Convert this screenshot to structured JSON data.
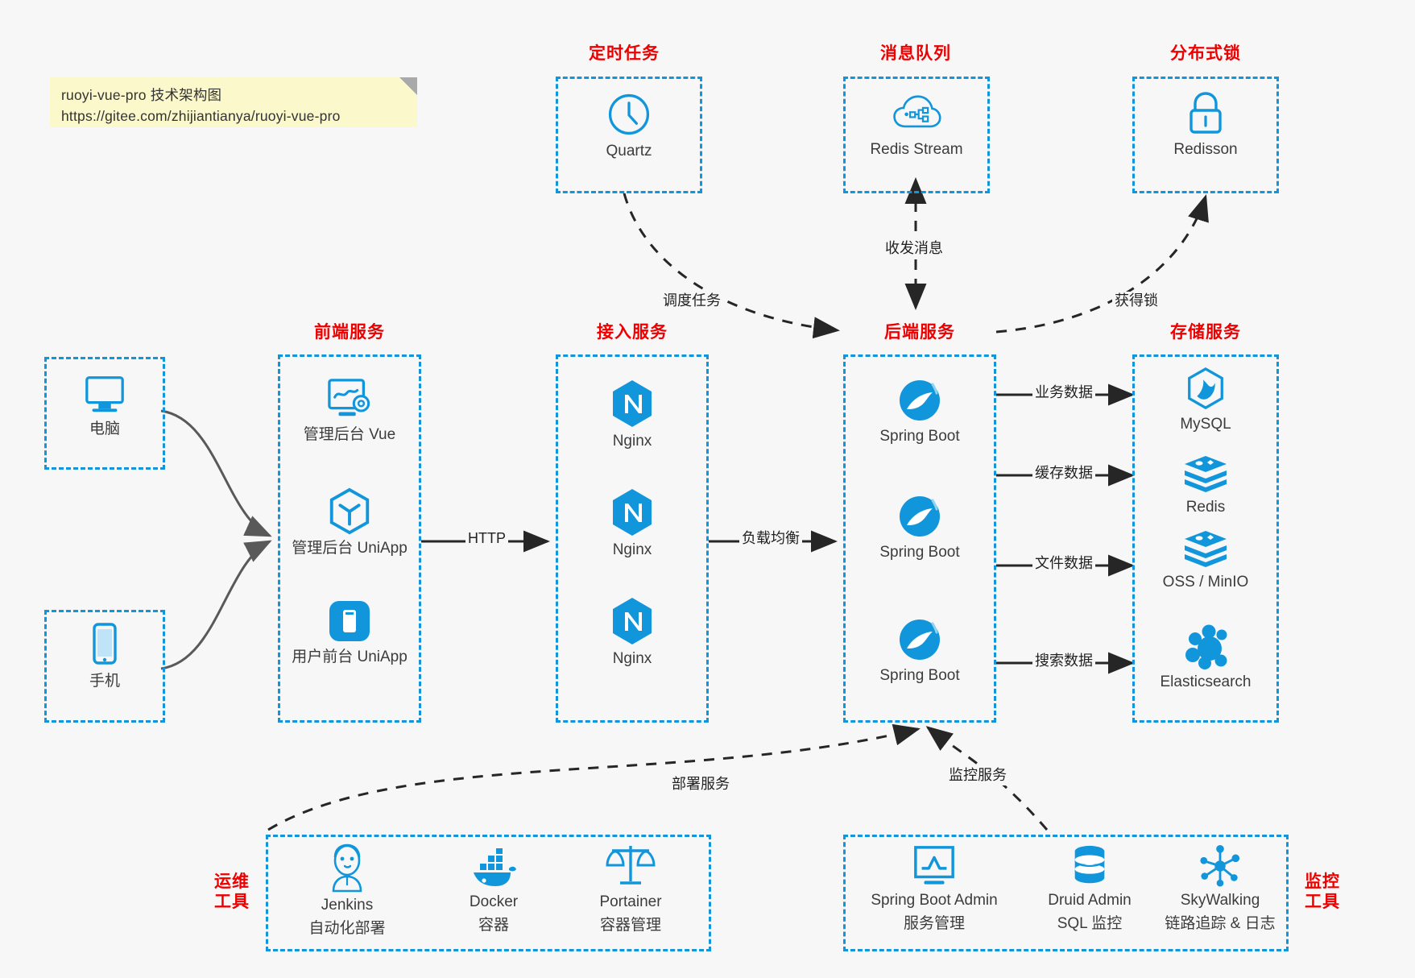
{
  "note": {
    "line1": "ruoyi-vue-pro 技术架构图",
    "line2": "https://gitee.com/zhijiantianya/ruoyi-vue-pro"
  },
  "colors": {
    "accent_blue": "#1296db",
    "title_red": "#ee0000",
    "background": "#f7f7f7",
    "note_yellow": "#fbf8cc",
    "edge_dark": "#262626",
    "edge_gray": "#595959"
  },
  "sections": {
    "scheduled_task": {
      "title": "定时任务"
    },
    "message_queue": {
      "title": "消息队列"
    },
    "distributed_lock": {
      "title": "分布式锁"
    },
    "frontend": {
      "title": "前端服务"
    },
    "gateway": {
      "title": "接入服务"
    },
    "backend": {
      "title": "后端服务"
    },
    "storage": {
      "title": "存储服务"
    },
    "devops": {
      "title_line1": "运维",
      "title_line2": "工具"
    },
    "monitor": {
      "title_line1": "监控",
      "title_line2": "工具"
    }
  },
  "nodes": {
    "quartz": {
      "label": "Quartz",
      "icon": "clock-icon"
    },
    "redis_stream": {
      "label": "Redis Stream",
      "icon": "cloud-stream-icon"
    },
    "redisson": {
      "label": "Redisson",
      "icon": "lock-icon"
    },
    "pc": {
      "label": "电脑",
      "icon": "desktop-monitor-icon"
    },
    "mobile": {
      "label": "手机",
      "icon": "smartphone-icon"
    },
    "frontend_items": [
      {
        "label": "管理后台 Vue",
        "icon": "admin-dashboard-icon"
      },
      {
        "label": "管理后台 UniApp",
        "icon": "uniapp-hexagon-icon"
      },
      {
        "label": "用户前台 UniApp",
        "icon": "mobile-app-icon"
      }
    ],
    "gateway_items": [
      {
        "label": "Nginx",
        "icon": "nginx-icon"
      },
      {
        "label": "Nginx",
        "icon": "nginx-icon"
      },
      {
        "label": "Nginx",
        "icon": "nginx-icon"
      }
    ],
    "backend_items": [
      {
        "label": "Spring Boot",
        "icon": "spring-boot-icon"
      },
      {
        "label": "Spring Boot",
        "icon": "spring-boot-icon"
      },
      {
        "label": "Spring Boot",
        "icon": "spring-boot-icon"
      }
    ],
    "storage_items": [
      {
        "label": "MySQL",
        "icon": "mysql-icon"
      },
      {
        "label": "Redis",
        "icon": "redis-icon"
      },
      {
        "label": "OSS / MinIO",
        "icon": "oss-minio-icon"
      },
      {
        "label": "Elasticsearch",
        "icon": "elasticsearch-icon"
      }
    ],
    "devops_items": [
      {
        "label": "Jenkins",
        "sub": "自动化部署",
        "icon": "jenkins-icon"
      },
      {
        "label": "Docker",
        "sub": "容器",
        "icon": "docker-icon"
      },
      {
        "label": "Portainer",
        "sub": "容器管理",
        "icon": "portainer-scale-icon"
      }
    ],
    "monitor_items": [
      {
        "label": "Spring Boot Admin",
        "sub": "服务管理",
        "icon": "monitor-chart-icon"
      },
      {
        "label": "Druid Admin",
        "sub": "SQL 监控",
        "icon": "database-icon"
      },
      {
        "label": "SkyWalking",
        "sub": "链路追踪 & 日志",
        "icon": "skywalking-icon"
      }
    ]
  },
  "edges": {
    "schedule_task": "调度任务",
    "send_receive_message": "收发消息",
    "acquire_lock": "获得锁",
    "http": "HTTP",
    "load_balance": "负载均衡",
    "business_data": "业务数据",
    "cache_data": "缓存数据",
    "file_data": "文件数据",
    "search_data": "搜索数据",
    "deploy_service": "部署服务",
    "monitor_service": "监控服务"
  }
}
